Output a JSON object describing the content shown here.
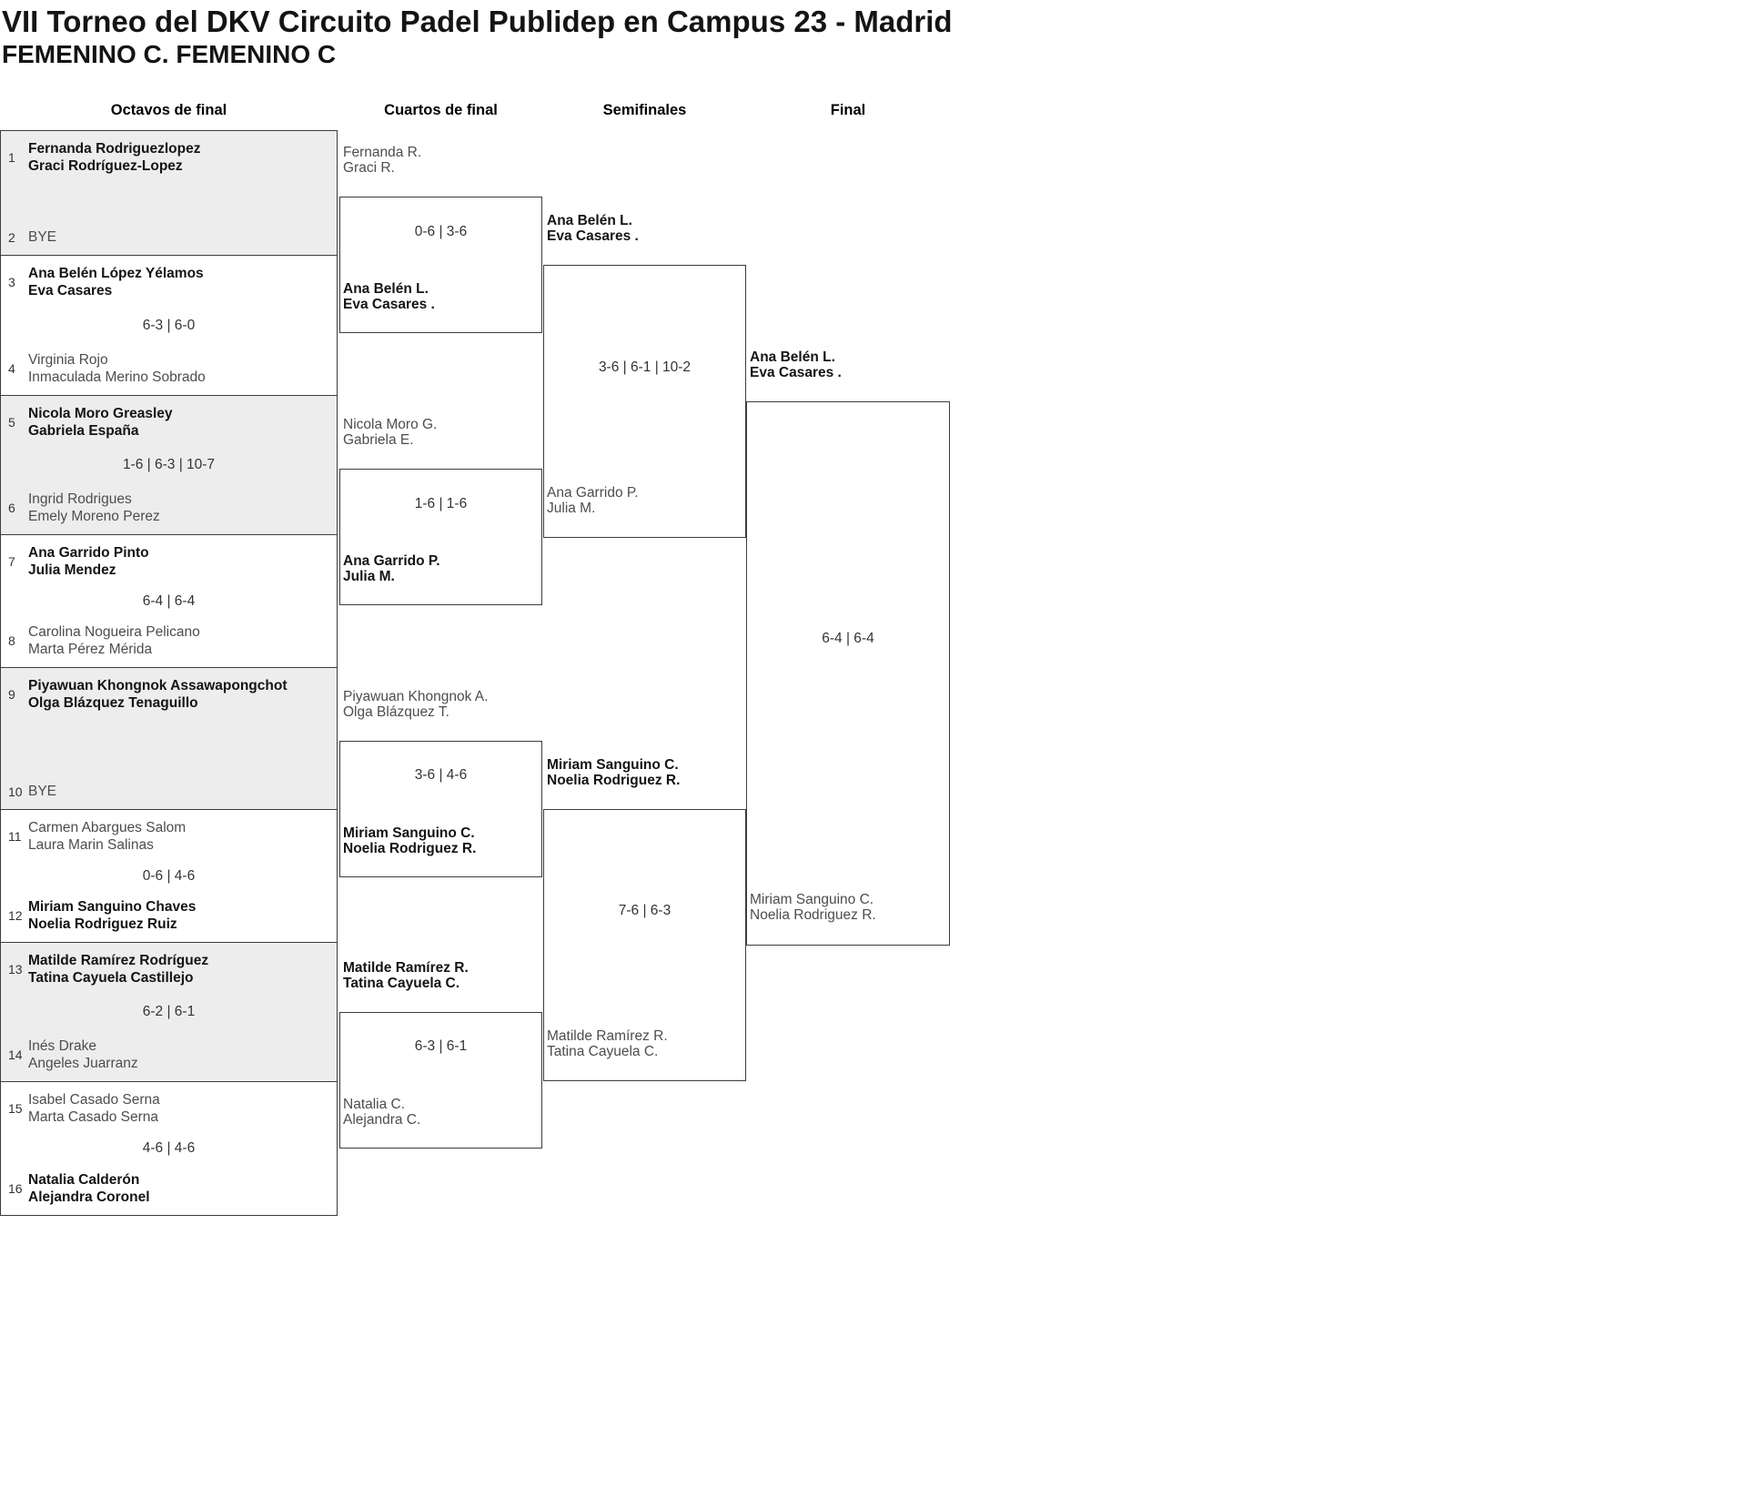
{
  "header": {
    "title": "VII Torneo del DKV Circuito Padel Publidep en Campus 23 - Madrid",
    "subtitle": "FEMENINO C. FEMENINO C"
  },
  "rounds": [
    "Octavos de final",
    "Cuartos de final",
    "Semifinales",
    "Final"
  ],
  "colors": {
    "alt_row_bg": "#ededed",
    "box_border": "#3c3c3c",
    "winner_text": "#141414",
    "loser_text": "#4d4d4d",
    "score_text": "#333333"
  },
  "octavos": [
    {
      "score": "",
      "top": {
        "seed": "1",
        "players": [
          "Fernanda Rodriguezlopez",
          "Graci Rodríguez-Lopez"
        ],
        "winner": true
      },
      "bottom": {
        "seed": "2",
        "players": [
          "BYE"
        ],
        "winner": false
      }
    },
    {
      "score": "6-3 | 6-0",
      "top": {
        "seed": "3",
        "players": [
          "Ana Belén López Yélamos",
          "Eva Casares"
        ],
        "winner": true
      },
      "bottom": {
        "seed": "4",
        "players": [
          "Virginia Rojo",
          "Inmaculada Merino Sobrado"
        ],
        "winner": false
      }
    },
    {
      "score": "1-6 | 6-3 | 10-7",
      "top": {
        "seed": "5",
        "players": [
          "Nicola Moro Greasley",
          "Gabriela España"
        ],
        "winner": true
      },
      "bottom": {
        "seed": "6",
        "players": [
          "Ingrid Rodrigues",
          "Emely Moreno Perez"
        ],
        "winner": false
      }
    },
    {
      "score": "6-4 | 6-4",
      "top": {
        "seed": "7",
        "players": [
          "Ana Garrido Pinto",
          "Julia Mendez"
        ],
        "winner": true
      },
      "bottom": {
        "seed": "8",
        "players": [
          "Carolina Nogueira Pelicano",
          "Marta Pérez Mérida"
        ],
        "winner": false
      }
    },
    {
      "score": "",
      "top": {
        "seed": "9",
        "players": [
          "Piyawuan Khongnok Assawapongchot",
          "Olga Blázquez Tenaguillo"
        ],
        "winner": true
      },
      "bottom": {
        "seed": "10",
        "players": [
          "BYE"
        ],
        "winner": false
      }
    },
    {
      "score": "0-6 | 4-6",
      "top": {
        "seed": "11",
        "players": [
          "Carmen Abargues Salom",
          "Laura Marin Salinas"
        ],
        "winner": false
      },
      "bottom": {
        "seed": "12",
        "players": [
          "Miriam Sanguino Chaves",
          "Noelia Rodriguez Ruiz"
        ],
        "winner": true
      }
    },
    {
      "score": "6-2 | 6-1",
      "top": {
        "seed": "13",
        "players": [
          "Matilde Ramírez Rodríguez",
          "Tatina Cayuela Castillejo"
        ],
        "winner": true
      },
      "bottom": {
        "seed": "14",
        "players": [
          "Inés Drake",
          "Angeles Juarranz"
        ],
        "winner": false
      }
    },
    {
      "score": "4-6 | 4-6",
      "top": {
        "seed": "15",
        "players": [
          "Isabel Casado Serna",
          "Marta Casado Serna"
        ],
        "winner": false
      },
      "bottom": {
        "seed": "16",
        "players": [
          "Natalia Calderón",
          "Alejandra Coronel"
        ],
        "winner": true
      }
    }
  ],
  "cuartos": [
    {
      "score": "0-6 | 3-6",
      "top": {
        "players": [
          "Fernanda R.",
          "Graci R."
        ],
        "winner": false
      },
      "bottom": {
        "players": [
          "Ana Belén L.",
          "Eva Casares ."
        ],
        "winner": true
      }
    },
    {
      "score": "1-6 | 1-6",
      "top": {
        "players": [
          "Nicola Moro G.",
          "Gabriela E."
        ],
        "winner": false
      },
      "bottom": {
        "players": [
          "Ana Garrido P.",
          "Julia M."
        ],
        "winner": true
      }
    },
    {
      "score": "3-6 | 4-6",
      "top": {
        "players": [
          "Piyawuan Khongnok A.",
          "Olga Blázquez T."
        ],
        "winner": false
      },
      "bottom": {
        "players": [
          "Miriam Sanguino C.",
          "Noelia Rodriguez R."
        ],
        "winner": true
      }
    },
    {
      "score": "6-3 | 6-1",
      "top": {
        "players": [
          "Matilde Ramírez R.",
          "Tatina Cayuela C."
        ],
        "winner": true
      },
      "bottom": {
        "players": [
          "Natalia C.",
          "Alejandra C."
        ],
        "winner": false
      }
    }
  ],
  "semifinales": [
    {
      "score": "3-6 | 6-1 | 10-2",
      "top": {
        "players": [
          "Ana Belén L.",
          "Eva Casares ."
        ],
        "winner": true
      },
      "bottom": {
        "players": [
          "Ana Garrido P.",
          "Julia M."
        ],
        "winner": false
      }
    },
    {
      "score": "7-6 | 6-3",
      "top": {
        "players": [
          "Miriam Sanguino C.",
          "Noelia Rodriguez R."
        ],
        "winner": true
      },
      "bottom": {
        "players": [
          "Matilde Ramírez R.",
          "Tatina Cayuela C."
        ],
        "winner": false
      }
    }
  ],
  "final": {
    "score": "6-4 | 6-4",
    "top": {
      "players": [
        "Ana Belén L.",
        "Eva Casares ."
      ],
      "winner": true
    },
    "bottom": {
      "players": [
        "Miriam Sanguino C.",
        "Noelia Rodriguez R."
      ],
      "winner": false
    }
  }
}
